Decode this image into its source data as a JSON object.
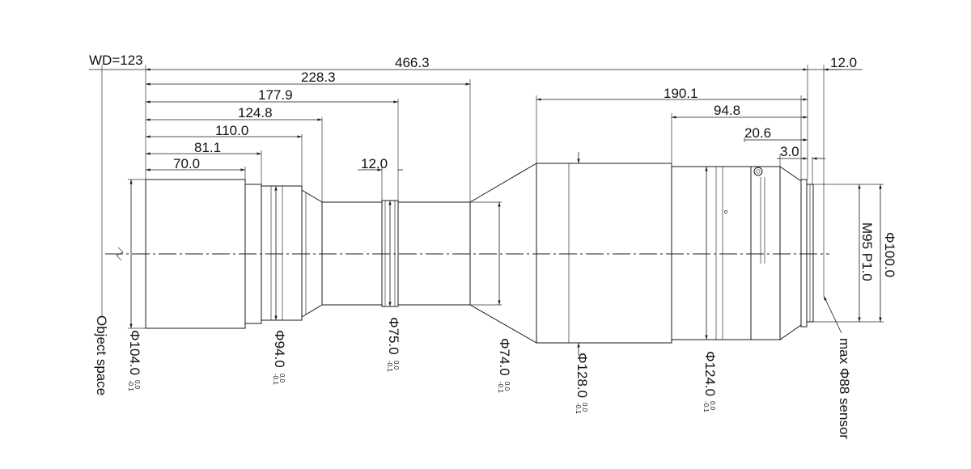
{
  "labels": {
    "wd": "WD=123",
    "total_length": "466.3",
    "flange_length": "12.0",
    "object_space": "Object space",
    "sensor": "max Φ88 sensor",
    "thread": "M95 P1.0",
    "mount_diameter": "Φ100.0"
  },
  "horizontal_dims": [
    {
      "name": "dim-228-3",
      "text": "228.3"
    },
    {
      "name": "dim-177-9",
      "text": "177.9"
    },
    {
      "name": "dim-124-8",
      "text": "124.8"
    },
    {
      "name": "dim-110-0",
      "text": "110.0"
    },
    {
      "name": "dim-81-1",
      "text": "81.1"
    },
    {
      "name": "dim-70-0",
      "text": "70.0"
    },
    {
      "name": "dim-12-0-mid",
      "text": "12.0"
    },
    {
      "name": "dim-190-1",
      "text": "190.1"
    },
    {
      "name": "dim-94-8",
      "text": "94.8"
    },
    {
      "name": "dim-20-6",
      "text": "20.6"
    },
    {
      "name": "dim-3-0",
      "text": "3.0"
    }
  ],
  "diameters": [
    {
      "name": "dia-104",
      "text": "Φ104.0",
      "tol_upper": "0.0",
      "tol_lower": "-0.1"
    },
    {
      "name": "dia-94",
      "text": "Φ94.0",
      "tol_upper": "0.0",
      "tol_lower": "-0.1"
    },
    {
      "name": "dia-75",
      "text": "Φ75.0",
      "tol_upper": "0.0",
      "tol_lower": "-0.1"
    },
    {
      "name": "dia-74",
      "text": "Φ74.0",
      "tol_upper": "0.0",
      "tol_lower": "-0.1"
    },
    {
      "name": "dia-128",
      "text": "Φ128.0",
      "tol_upper": "0.0",
      "tol_lower": "-0.1"
    },
    {
      "name": "dia-124",
      "text": "Φ124.0",
      "tol_upper": "0.0",
      "tol_lower": "-0.1"
    }
  ]
}
